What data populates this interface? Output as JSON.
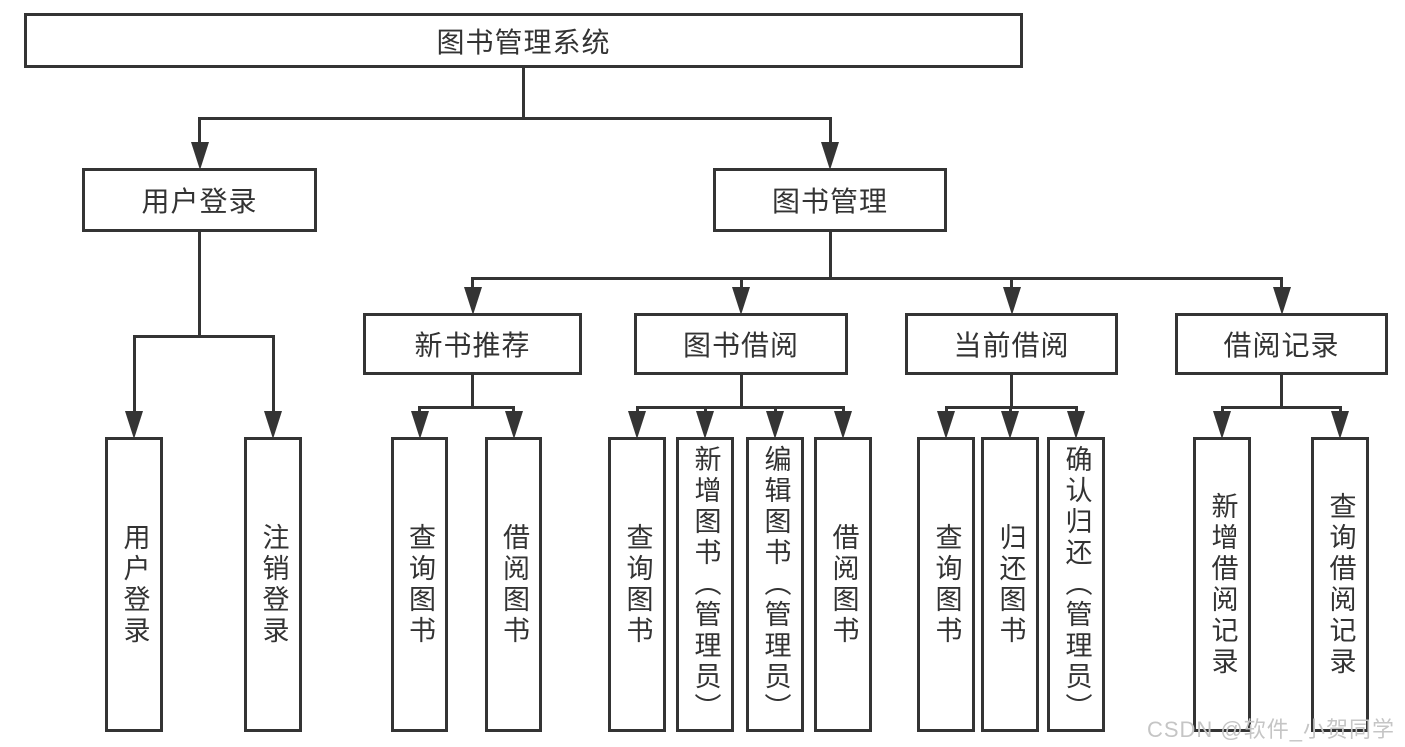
{
  "diagram_title": "图书管理系统",
  "nodes": [
    {
      "id": "root",
      "label": "图书管理系统",
      "parent": null,
      "orient": "horizontal"
    },
    {
      "id": "user-login",
      "label": "用户登录",
      "parent": "root",
      "orient": "horizontal"
    },
    {
      "id": "book-mgmt",
      "label": "图书管理",
      "parent": "root",
      "orient": "horizontal"
    },
    {
      "id": "new-book-rec",
      "label": "新书推荐",
      "parent": "book-mgmt",
      "orient": "horizontal"
    },
    {
      "id": "book-borrow",
      "label": "图书借阅",
      "parent": "book-mgmt",
      "orient": "horizontal"
    },
    {
      "id": "current-borrow",
      "label": "当前借阅",
      "parent": "book-mgmt",
      "orient": "horizontal"
    },
    {
      "id": "borrow-records",
      "label": "借阅记录",
      "parent": "book-mgmt",
      "orient": "horizontal"
    },
    {
      "id": "user-login-leaf",
      "label": "用户登录",
      "parent": "user-login",
      "orient": "vertical"
    },
    {
      "id": "logout",
      "label": "注销登录",
      "parent": "user-login",
      "orient": "vertical"
    },
    {
      "id": "nbr-query",
      "label": "查询图书",
      "parent": "new-book-rec",
      "orient": "vertical"
    },
    {
      "id": "nbr-borrow",
      "label": "借阅图书",
      "parent": "new-book-rec",
      "orient": "vertical"
    },
    {
      "id": "bb-query",
      "label": "查询图书",
      "parent": "book-borrow",
      "orient": "vertical"
    },
    {
      "id": "bb-add",
      "label": "新增图书（管理员）",
      "parent": "book-borrow",
      "orient": "vertical"
    },
    {
      "id": "bb-edit",
      "label": "编辑图书（管理员）",
      "parent": "book-borrow",
      "orient": "vertical"
    },
    {
      "id": "bb-borrow",
      "label": "借阅图书",
      "parent": "book-borrow",
      "orient": "vertical"
    },
    {
      "id": "cb-query",
      "label": "查询图书",
      "parent": "current-borrow",
      "orient": "vertical"
    },
    {
      "id": "cb-return",
      "label": "归还图书",
      "parent": "current-borrow",
      "orient": "vertical"
    },
    {
      "id": "cb-confirm",
      "label": "确认归还（管理员）",
      "parent": "current-borrow",
      "orient": "vertical"
    },
    {
      "id": "br-add",
      "label": "新增借阅记录",
      "parent": "borrow-records",
      "orient": "vertical"
    },
    {
      "id": "br-query",
      "label": "查询借阅记录",
      "parent": "borrow-records",
      "orient": "vertical"
    }
  ],
  "watermark": {
    "text": "CSDN @软件_小贺同学"
  },
  "colors": {
    "line": "#343434",
    "text": "#333333",
    "watermark": "#c5c5c5",
    "background": "#ffffff"
  }
}
